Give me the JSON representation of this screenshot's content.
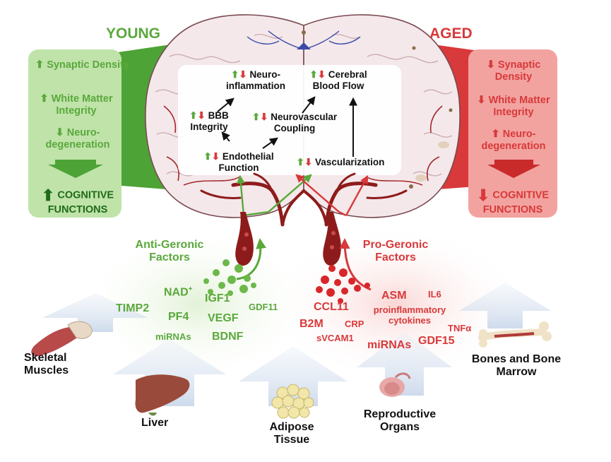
{
  "young": {
    "title": "YOUNG",
    "items": [
      "Synaptic Density",
      "White Matter Integrity",
      "Neuro-degeneration"
    ],
    "outcome": "COGNITIVE FUNCTIONS"
  },
  "aged": {
    "title": "AGED",
    "items": [
      "Synaptic Density",
      "White Matter Integrity",
      "Neuro-degeneration"
    ],
    "outcome": "COGNITIVE FUNCTIONS"
  },
  "brain_processes": {
    "neuroinflammation": "Neuro-inflammation",
    "cerebral_blood_flow": "Cerebral Blood Flow",
    "bbb_integrity": "BBB Integrity",
    "neurovascular_coupling": "Neurovascular Coupling",
    "endothelial_function": "Endothelial Function",
    "vascularization": "Vascularization"
  },
  "anti_geronic": {
    "title": "Anti-Geronic Factors",
    "factors": [
      "NAD+",
      "IGF1",
      "TIMP2",
      "PF4",
      "VEGF",
      "GDF11",
      "miRNAs",
      "BDNF"
    ]
  },
  "pro_geronic": {
    "title": "Pro-Geronic Factors",
    "factors": [
      "ASM",
      "IL6",
      "CCL11",
      "proinflammatory cytokines",
      "B2M",
      "CRP",
      "sVCAM1",
      "TNFα",
      "miRNAs",
      "GDF15"
    ]
  },
  "organs": {
    "skeletal_muscles": "Skeletal Muscles",
    "liver": "Liver",
    "adipose": "Adipose Tissue",
    "reproductive": "Reproductive Organs",
    "bones": "Bones and Bone Marrow"
  },
  "colors": {
    "young_green": "#5aa83c",
    "aged_red": "#d8393a",
    "young_box": "#bfe3a9",
    "aged_box": "#f2a3a0",
    "artery": "#8e1b1b"
  }
}
